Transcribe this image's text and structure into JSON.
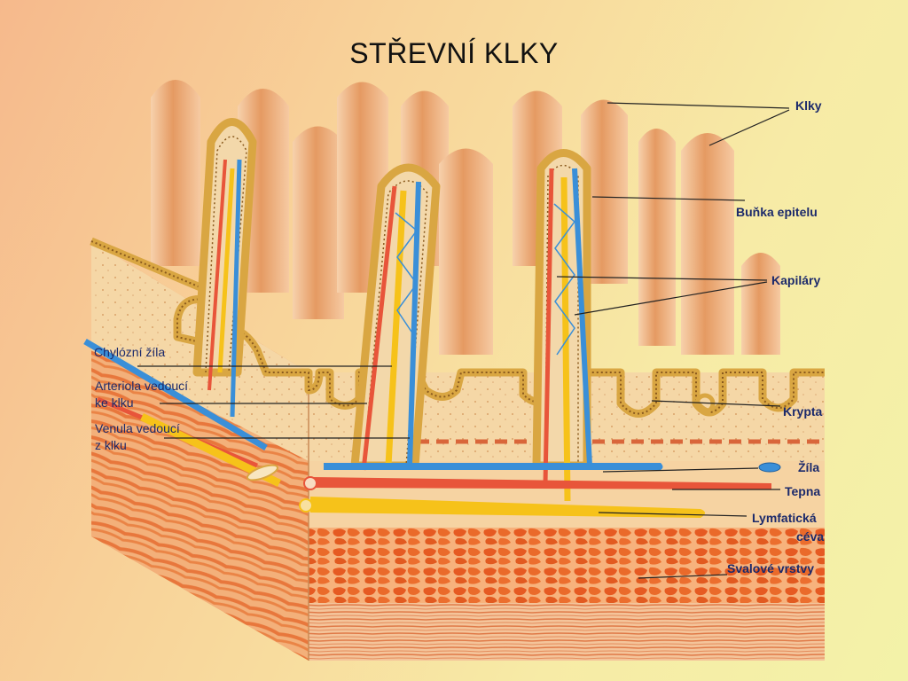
{
  "title": "STŘEVNÍ KLKY",
  "labels": {
    "klky": "Klky",
    "bunka_epitelu": "Buňka epitelu",
    "kapilary": "Kapiláry",
    "krypta": "Krypta",
    "zila": "Žíla",
    "tepna": "Tepna",
    "lymfaticka_line1": "Lymfatická",
    "lymfaticka_line2": "céva",
    "svalove_vrstvy": "Svalové vrstvy",
    "chylozni_zila": "Chylózní žíla",
    "arteriola_line1": "Arteriola vedoucí",
    "arteriola_line2": "ke klku",
    "venula_line1": "Venula vedoucí",
    "venula_line2": "z klku"
  },
  "colors": {
    "villus": "#f2bb8e",
    "villus_shade": "#e09760",
    "epithelium": "#d9a642",
    "tissue": "#f6d9a8",
    "muscle": "#e8652e",
    "vein": "#3a8fd8",
    "artery": "#e8553a",
    "lymph": "#f6c21a",
    "label_text": "#1c2a6b"
  }
}
